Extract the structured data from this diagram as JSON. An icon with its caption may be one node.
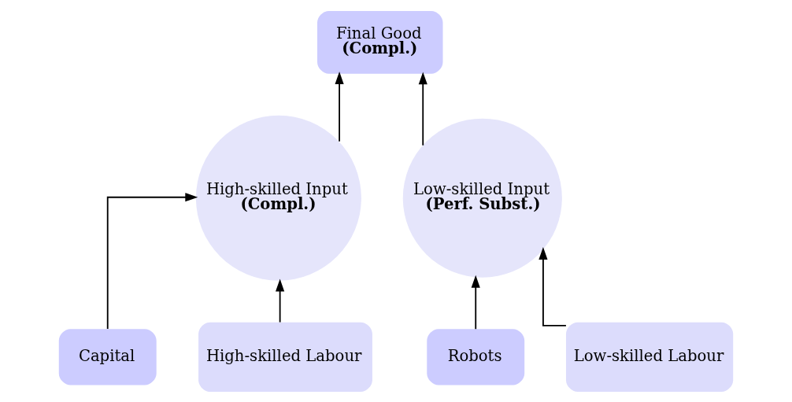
{
  "diagram": {
    "nodes": [
      {
        "text": [
          "Final Good",
          "(Compl.)"
        ]
      },
      {
        "text": [
          "High-skilled Input",
          "(Compl.)"
        ]
      },
      {
        "text": [
          "Low-skilled Input",
          "(Perf. Subst.)"
        ]
      },
      {
        "text": [
          "Capital"
        ]
      },
      {
        "text": [
          "High-skilled Labour"
        ]
      },
      {
        "text": [
          "Robots"
        ]
      },
      {
        "text": [
          "Low-skilled Labour"
        ]
      }
    ],
    "edges": [
      {
        "from": 1,
        "to": 0,
        "arrow": "to"
      },
      {
        "from": 2,
        "to": 0,
        "arrow": "to"
      },
      {
        "from": 3,
        "to": 1,
        "arrow": "to"
      },
      {
        "from": 4,
        "to": 1,
        "arrow": "to"
      },
      {
        "from": 5,
        "to": 2,
        "arrow": "to"
      },
      {
        "from": 6,
        "to": 2,
        "arrow": "to"
      }
    ]
  }
}
